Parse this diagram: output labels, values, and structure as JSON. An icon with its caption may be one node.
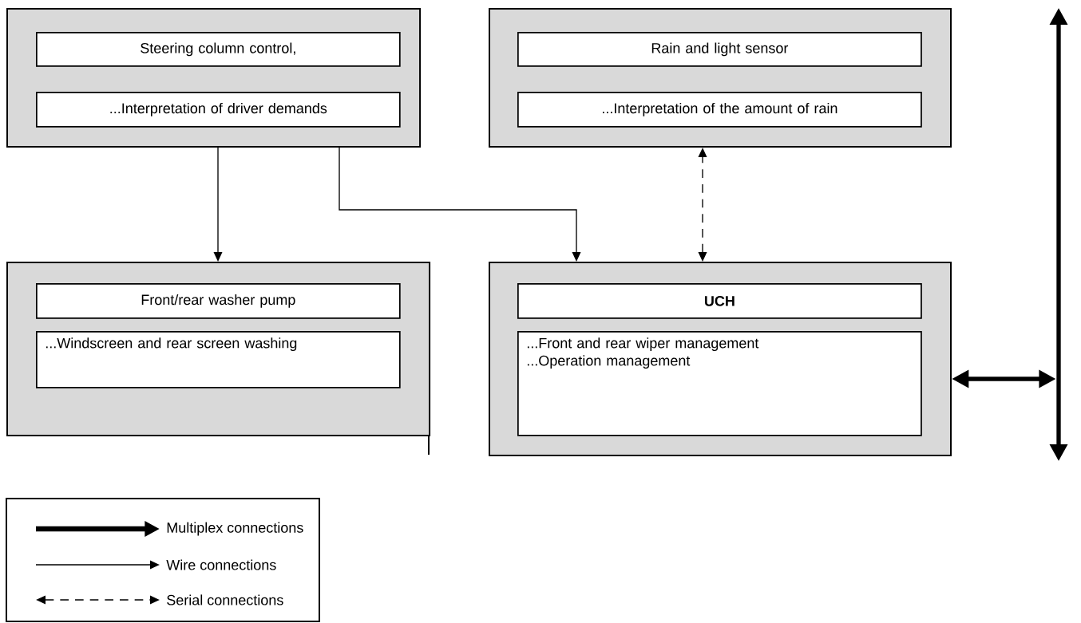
{
  "diagram": {
    "nodes": [
      {
        "text": [],
        "shape": "box"
      },
      {
        "text": [
          "Steering column control,"
        ],
        "in": 0
      },
      {
        "text": [
          "...Interpretation of driver demands"
        ],
        "in": 0
      },
      {
        "text": [],
        "shape": "box"
      },
      {
        "text": [
          "Rain and light sensor"
        ],
        "in": 3
      },
      {
        "text": [
          "...Interpretation of the amount of rain"
        ],
        "in": 3
      },
      {
        "text": [],
        "shape": "box"
      },
      {
        "text": [
          "Front/rear washer pump"
        ],
        "in": 6
      },
      {
        "text": [
          "...Windscreen and rear screen washing"
        ],
        "in": 6
      },
      {
        "text": [],
        "shape": "box"
      },
      {
        "text": [
          "UCH"
        ],
        "in": 9
      },
      {
        "text": [
          "...Front and rear wiper management",
          "...Operation management"
        ],
        "in": 9
      },
      {
        "text": [],
        "shape": "bar"
      }
    ],
    "edges": [
      {
        "from": 0,
        "to": 6,
        "arrow": "to"
      },
      {
        "from": 0,
        "to": 9,
        "arrow": "to"
      },
      {
        "from": 9,
        "to": 3,
        "arrow": "both",
        "style": "dashed"
      },
      {
        "from": 9,
        "to": 12,
        "arrow": "both",
        "style": "thick"
      }
    ],
    "legend": [
      {
        "text": "Multiplex connections"
      },
      {
        "text": "Wire connections"
      },
      {
        "text": "Serial connections"
      }
    ]
  }
}
